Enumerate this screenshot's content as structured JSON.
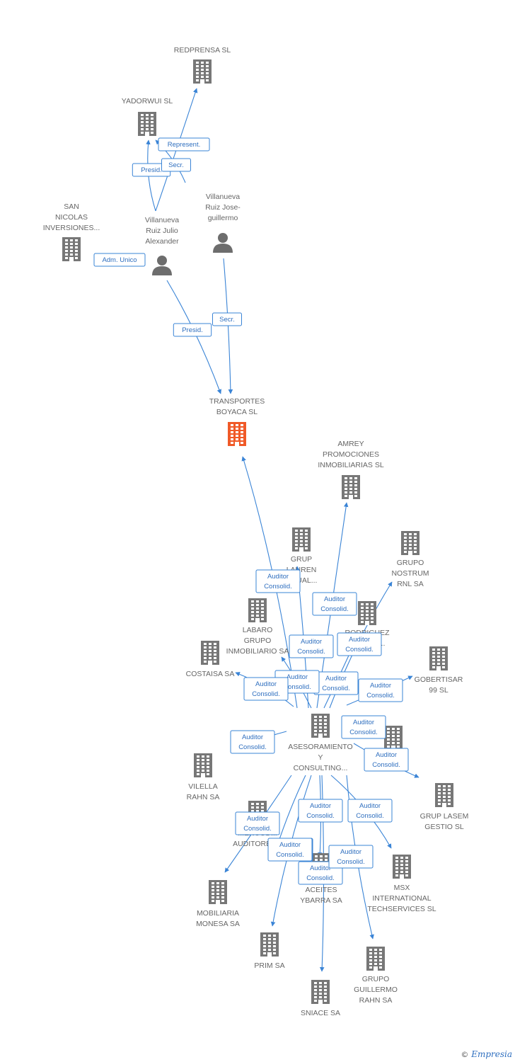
{
  "colors": {
    "edge": "#3a84d6",
    "node": "#777777",
    "focus": "#f05a28",
    "person": "#6d6d6d"
  },
  "nodes": [
    {
      "id": "redprensa",
      "type": "company",
      "label": [
        "REDPRENSA SL"
      ]
    },
    {
      "id": "yadorwui",
      "type": "company",
      "label": [
        "YADORWUI SL"
      ]
    },
    {
      "id": "san_nicolas",
      "type": "company",
      "label": [
        "SAN",
        "NICOLAS",
        "INVERSIONES..."
      ]
    },
    {
      "id": "vr_julio",
      "type": "person",
      "label": [
        "Villanueva",
        "Ruiz Julio",
        "Alexander"
      ]
    },
    {
      "id": "vr_jose",
      "type": "person",
      "label": [
        "Villanueva",
        "Ruiz Jose-",
        "guillermo"
      ]
    },
    {
      "id": "transportes",
      "type": "focus",
      "label": [
        "TRANSPORTES",
        "BOYACA SL"
      ]
    },
    {
      "id": "amrey",
      "type": "company",
      "label": [
        "AMREY",
        "PROMOCIONES",
        "INMOBILIARIAS SL"
      ]
    },
    {
      "id": "grup_lauren",
      "type": "company",
      "label": [
        "GRUP",
        "LAUREN",
        "...SUAL..."
      ]
    },
    {
      "id": "grupo_nostrum",
      "type": "company",
      "label": [
        "GRUPO",
        "NOSTRUM",
        "RNL SA"
      ]
    },
    {
      "id": "rodriguez",
      "type": "company",
      "label": [
        "RODRIGUEZ",
        "...AMIEN..."
      ]
    },
    {
      "id": "labaro",
      "type": "company",
      "label": [
        "LABARO",
        "GRUPO",
        "INMOBILIARIO SA"
      ]
    },
    {
      "id": "costaisa",
      "type": "company",
      "label": [
        "COSTAISA SA"
      ]
    },
    {
      "id": "gobertisar",
      "type": "company",
      "label": [
        "GOBERTISAR",
        "99 SL"
      ]
    },
    {
      "id": "asesoramiento",
      "type": "company",
      "label": [
        "ASESORAMIENTO",
        "Y",
        "CONSULTING..."
      ]
    },
    {
      "id": "hidden_right",
      "type": "company",
      "label": []
    },
    {
      "id": "vilella",
      "type": "company",
      "label": [
        "VILELLA",
        "RAHN SA"
      ]
    },
    {
      "id": "grup_lasem",
      "type": "company",
      "label": [
        "GRUP LASEM",
        "GESTIO SL"
      ]
    },
    {
      "id": "auditores",
      "type": "company",
      "label": [
        "...ENCOD...",
        "AUDITORES..."
      ]
    },
    {
      "id": "aceites",
      "type": "company",
      "label": [
        "ACEITES",
        "YBARRA SA"
      ]
    },
    {
      "id": "msx",
      "type": "company",
      "label": [
        "MSX",
        "INTERNATIONAL",
        "TECHSERVICES SL"
      ]
    },
    {
      "id": "mobiliaria",
      "type": "company",
      "label": [
        "MOBILIARIA",
        "MONESA SA"
      ]
    },
    {
      "id": "prim",
      "type": "company",
      "label": [
        "PRIM SA"
      ]
    },
    {
      "id": "grupo_guillermo",
      "type": "company",
      "label": [
        "GRUPO",
        "GUILLERMO",
        "RAHN SA"
      ]
    },
    {
      "id": "sniace",
      "type": "company",
      "label": [
        "SNIACE SA"
      ]
    }
  ],
  "edges": [
    {
      "from": "vr_julio",
      "to": "redprensa",
      "tag": "Represent."
    },
    {
      "from": "vr_julio",
      "to": "yadorwui",
      "tag": "Presid."
    },
    {
      "from": "vr_jose",
      "to": "yadorwui",
      "tag": "Secr."
    },
    {
      "from": "vr_julio",
      "to": "san_nicolas",
      "tag": "Adm. Unico"
    },
    {
      "from": "vr_julio",
      "to": "transportes",
      "tag": "Presid."
    },
    {
      "from": "vr_jose",
      "to": "transportes",
      "tag": "Secr."
    },
    {
      "from": "asesoramiento",
      "to": "transportes",
      "tag": "Auditor Consolid."
    },
    {
      "from": "asesoramiento",
      "to": "amrey",
      "tag": "Auditor Consolid."
    },
    {
      "from": "asesoramiento",
      "to": "grup_lauren",
      "tag": "Auditor Consolid."
    },
    {
      "from": "asesoramiento",
      "to": "grupo_nostrum",
      "tag": "Auditor Consolid."
    },
    {
      "from": "asesoramiento",
      "to": "rodriguez",
      "tag": "Auditor Consolid."
    },
    {
      "from": "asesoramiento",
      "to": "labaro",
      "tag": "Auditor Consolid."
    },
    {
      "from": "asesoramiento",
      "to": "costaisa",
      "tag": "Auditor Consolid."
    },
    {
      "from": "asesoramiento",
      "to": "gobertisar",
      "tag": "Auditor Consolid."
    },
    {
      "from": "asesoramiento",
      "to": "hidden_right",
      "tag": "Auditor Consolid."
    },
    {
      "from": "asesoramiento",
      "to": "vilella",
      "tag": "Auditor Consolid."
    },
    {
      "from": "asesoramiento",
      "to": "grup_lasem",
      "tag": "Auditor Consolid."
    },
    {
      "from": "asesoramiento",
      "to": "auditores",
      "tag": "Auditor Consolid."
    },
    {
      "from": "asesoramiento",
      "to": "aceites",
      "tag": "Auditor Consolid."
    },
    {
      "from": "asesoramiento",
      "to": "msx",
      "tag": "Auditor Consolid."
    },
    {
      "from": "asesoramiento",
      "to": "mobiliaria",
      "tag": "Auditor Consolid."
    },
    {
      "from": "asesoramiento",
      "to": "prim",
      "tag": "Auditor Consolid."
    },
    {
      "from": "asesoramiento",
      "to": "grupo_guillermo",
      "tag": "Auditor Consolid."
    },
    {
      "from": "asesoramiento",
      "to": "sniace",
      "tag": "Auditor Consolid."
    }
  ],
  "brand": {
    "symbol": "©",
    "name": "Empresia"
  }
}
